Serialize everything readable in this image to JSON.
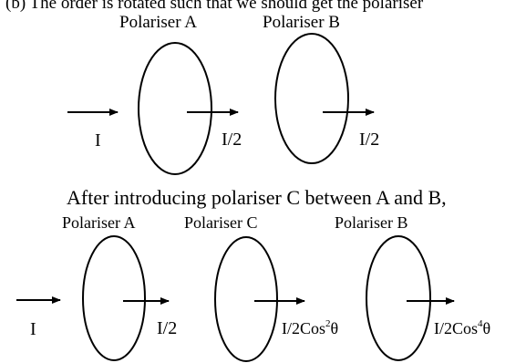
{
  "cropped_header": "(b)  The order is rotated such that we should get the polariser",
  "top_row": {
    "polariser_a": "Polariser A",
    "polariser_b": "Polariser B",
    "input_intensity": "I",
    "after_a": "I/2",
    "after_b": "I/2"
  },
  "caption": "After introducing polariser C between A and B,",
  "bottom_row": {
    "polariser_a": "Polariser A",
    "polariser_c": "Polariser C",
    "polariser_b": "Polariser B",
    "input_intensity": "I",
    "after_a": "I/2",
    "after_c_base": "I/2Cos",
    "after_c_exp": "2",
    "after_c_angle": "θ",
    "after_b_base": "I/2Cos",
    "after_b_exp": "4",
    "after_b_angle": "θ"
  },
  "colors": {
    "ink": "#000000",
    "background": "#ffffff"
  }
}
